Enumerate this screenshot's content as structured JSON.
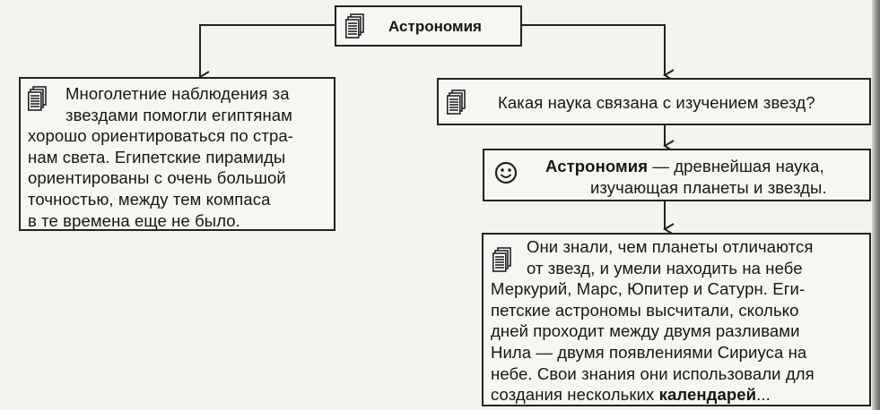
{
  "diagram": {
    "root": {
      "label": "Астрономия",
      "icon": "document-stack-icon"
    },
    "left_note": {
      "icon": "document-stack-icon",
      "lines": [
        "Многолетние наблюдения за",
        "звездами помогли египтянам",
        "хорошо ориентироваться по стра-",
        "нам света. Египетские пирамиды",
        "ориентированы с очень большой",
        "точностью, между тем компаса",
        "в те времена еще не было."
      ]
    },
    "question": {
      "icon": "document-stack-icon",
      "text": "Какая наука связана с изучением звезд?"
    },
    "answer": {
      "icon": "smiley-icon",
      "bold": "Астрономия",
      "rest": " — древнейшая наука,",
      "line2": "изучающая планеты и звезды."
    },
    "details": {
      "icon": "document-stack-icon",
      "lines": [
        "Они знали, чем планеты отличаются",
        "от звезд, и умели находить на небе",
        "Меркурий, Марс, Юпитер и Сатурн. Еги-",
        "петские астрономы высчитали, сколько",
        "дней проходит между двумя разливами",
        "Нила — двумя появлениями Сириуса на",
        "небе. Свои знания они использовали для"
      ],
      "last_prefix": "создания нескольких ",
      "last_bold": "календарей",
      "last_suffix": "..."
    }
  }
}
